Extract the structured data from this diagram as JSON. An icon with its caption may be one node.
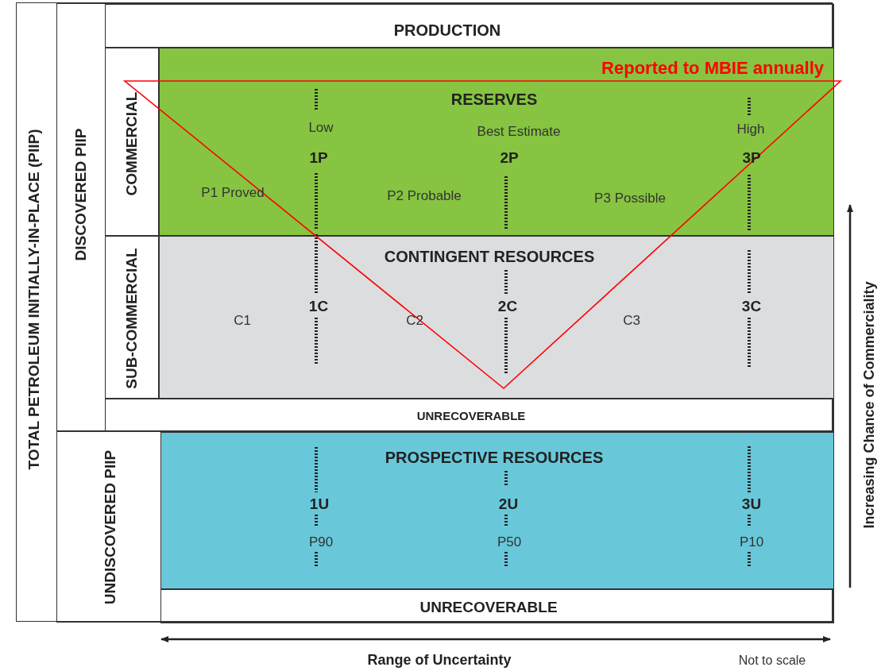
{
  "diagram": {
    "nodes": [
      {
        "text": [
          "TOTAL PETROLEUM INITIALLY-IN-PLACE (PIIP)"
        ]
      },
      {
        "text": [
          "DISCOVERED PIIP"
        ],
        "in": 0
      },
      {
        "text": [
          "PRODUCTION"
        ],
        "in": 1
      },
      {
        "text": [
          "COMMERCIAL"
        ],
        "in": 1
      },
      {
        "text": [
          "RESERVES",
          "Low",
          "Best Estimate",
          "High",
          "1P",
          "2P",
          "3P",
          "P1 Proved",
          "P2 Probable",
          "P3 Possible"
        ],
        "in": 1
      },
      {
        "text": [
          "SUB-COMMERCIAL"
        ],
        "in": 1
      },
      {
        "text": [
          "CONTINGENT RESOURCES",
          "1C",
          "2C",
          "3C",
          "C1",
          "C2",
          "C3"
        ],
        "in": 1
      },
      {
        "text": [
          "UNRECOVERABLE"
        ],
        "in": 1
      },
      {
        "text": [
          "UNDISCOVERED PIIP"
        ],
        "in": 0
      },
      {
        "text": [
          "PROSPECTIVE RESOURCES",
          "1U",
          "2U",
          "3U",
          "P90",
          "P50",
          "P10"
        ],
        "in": 8
      },
      {
        "text": [
          "UNRECOVERABLE"
        ],
        "in": 8
      }
    ],
    "edges": [],
    "labels": [
      "Reported to MBIE annually",
      "Increasing Chance of Commerciality",
      "Range of Uncertainty",
      "Not to scale"
    ]
  }
}
